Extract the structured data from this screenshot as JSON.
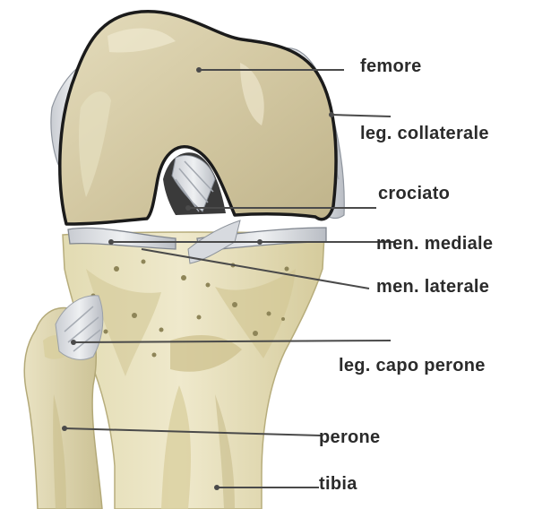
{
  "labels": {
    "femore": "femore",
    "leg_collaterale": "leg. collaterale",
    "crociato": "crociato",
    "men_mediale": "men. mediale",
    "men_laterale": "men. laterale",
    "leg_capo_perone": "leg. capo perone",
    "perone": "perone",
    "tibia": "tibia"
  },
  "colors": {
    "bone_light": "#ece6c6",
    "bone_mid": "#d8cfa0",
    "bone_dark": "#b3a978",
    "femur": "#cfc4a0",
    "ligament": "#d9dde2",
    "outline": "#1b1b1b",
    "leader": "#4a4a4a"
  }
}
